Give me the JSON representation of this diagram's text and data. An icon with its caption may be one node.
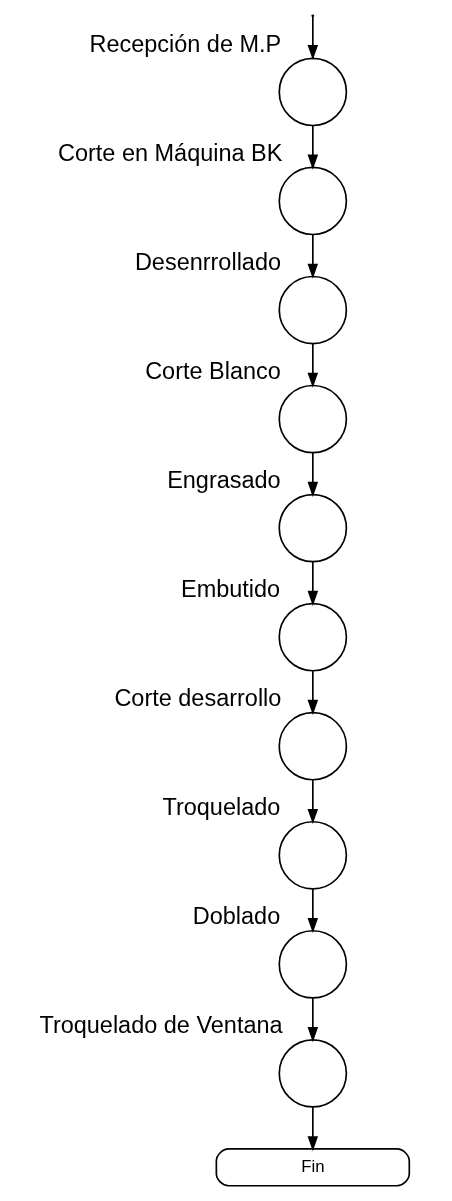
{
  "diagram": {
    "nodes": [
      {
        "text": [],
        "shape": "circle",
        "beside": [
          "Recepción de M.P"
        ]
      },
      {
        "text": [],
        "shape": "circle",
        "beside": [
          "Corte en Máquina BK"
        ]
      },
      {
        "text": [],
        "shape": "circle",
        "beside": [
          "Desenrrollado"
        ]
      },
      {
        "text": [],
        "shape": "circle",
        "beside": [
          "Corte Blanco"
        ]
      },
      {
        "text": [],
        "shape": "circle",
        "beside": [
          "Engrasado"
        ]
      },
      {
        "text": [],
        "shape": "circle",
        "beside": [
          "Embutido"
        ]
      },
      {
        "text": [],
        "shape": "circle",
        "beside": [
          "Corte desarrollo"
        ]
      },
      {
        "text": [],
        "shape": "circle",
        "beside": [
          "Troquelado"
        ]
      },
      {
        "text": [],
        "shape": "circle",
        "beside": [
          "Doblado"
        ]
      },
      {
        "text": [],
        "shape": "circle",
        "beside": [
          "Troquelado de Ventana"
        ]
      },
      {
        "text": [
          "Fin"
        ]
      }
    ],
    "edges": [
      {
        "from": null,
        "to": 0,
        "arrow": "to"
      },
      {
        "from": 0,
        "to": 1,
        "arrow": "to"
      },
      {
        "from": 1,
        "to": 2,
        "arrow": "to"
      },
      {
        "from": 2,
        "to": 3,
        "arrow": "to"
      },
      {
        "from": 3,
        "to": 4,
        "arrow": "to"
      },
      {
        "from": 4,
        "to": 5,
        "arrow": "to"
      },
      {
        "from": 5,
        "to": 6,
        "arrow": "to"
      },
      {
        "from": 6,
        "to": 7,
        "arrow": "to"
      },
      {
        "from": 7,
        "to": 8,
        "arrow": "to"
      },
      {
        "from": 8,
        "to": 9,
        "arrow": "to"
      },
      {
        "from": 9,
        "to": 10,
        "arrow": "to"
      }
    ]
  }
}
